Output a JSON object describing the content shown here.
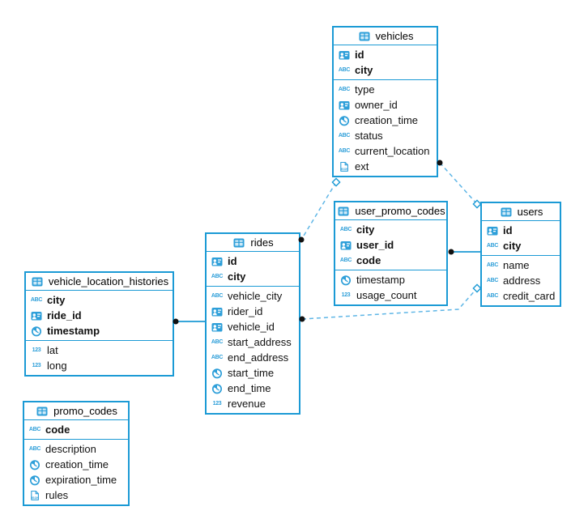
{
  "page_title": "Database schema entity-relationship diagram",
  "colors": {
    "accent": "#1b9ad5",
    "icon_blue": "#2e9fd9",
    "dashed_line": "#5fb6e6",
    "solid_line": "#1b9ad5",
    "connector_dot": "#111111",
    "background": "#ffffff",
    "text": "#111111"
  },
  "icons": {
    "text_glyph": "ABC",
    "number_glyph": "123",
    "json_glyph": "JSON"
  },
  "diagram": {
    "tables": [
      {
        "name": "vehicles",
        "title": "vehicles",
        "primary_keys": [
          {
            "icon": "id-badge-icon",
            "label": "id"
          },
          {
            "icon": "text-icon",
            "label": "city"
          }
        ],
        "columns": [
          {
            "icon": "text-icon",
            "label": "type"
          },
          {
            "icon": "id-badge-icon",
            "label": "owner_id"
          },
          {
            "icon": "timestamp-icon",
            "label": "creation_time"
          },
          {
            "icon": "text-icon",
            "label": "status"
          },
          {
            "icon": "text-icon",
            "label": "current_location"
          },
          {
            "icon": "json-icon",
            "label": "ext"
          }
        ]
      },
      {
        "name": "user_promo_codes",
        "title": "user_promo_codes",
        "primary_keys": [
          {
            "icon": "text-icon",
            "label": "city"
          },
          {
            "icon": "id-badge-icon",
            "label": "user_id"
          },
          {
            "icon": "text-icon",
            "label": "code"
          }
        ],
        "columns": [
          {
            "icon": "timestamp-icon",
            "label": "timestamp"
          },
          {
            "icon": "number-icon",
            "label": "usage_count"
          }
        ]
      },
      {
        "name": "users",
        "title": "users",
        "primary_keys": [
          {
            "icon": "id-badge-icon",
            "label": "id"
          },
          {
            "icon": "text-icon",
            "label": "city"
          }
        ],
        "columns": [
          {
            "icon": "text-icon",
            "label": "name"
          },
          {
            "icon": "text-icon",
            "label": "address"
          },
          {
            "icon": "text-icon",
            "label": "credit_card"
          }
        ]
      },
      {
        "name": "rides",
        "title": "rides",
        "primary_keys": [
          {
            "icon": "id-badge-icon",
            "label": "id"
          },
          {
            "icon": "text-icon",
            "label": "city"
          }
        ],
        "columns": [
          {
            "icon": "text-icon",
            "label": "vehicle_city"
          },
          {
            "icon": "id-badge-icon",
            "label": "rider_id"
          },
          {
            "icon": "id-badge-icon",
            "label": "vehicle_id"
          },
          {
            "icon": "text-icon",
            "label": "start_address"
          },
          {
            "icon": "text-icon",
            "label": "end_address"
          },
          {
            "icon": "timestamp-icon",
            "label": "start_time"
          },
          {
            "icon": "timestamp-icon",
            "label": "end_time"
          },
          {
            "icon": "number-icon",
            "label": "revenue"
          }
        ]
      },
      {
        "name": "vehicle_location_histories",
        "title": "vehicle_location_histories",
        "primary_keys": [
          {
            "icon": "text-icon",
            "label": "city"
          },
          {
            "icon": "id-badge-icon",
            "label": "ride_id"
          },
          {
            "icon": "timestamp-icon",
            "label": "timestamp"
          }
        ],
        "columns": [
          {
            "icon": "number-icon",
            "label": "lat"
          },
          {
            "icon": "number-icon",
            "label": "long"
          }
        ]
      },
      {
        "name": "promo_codes",
        "title": "promo_codes",
        "primary_keys": [
          {
            "icon": "text-icon",
            "label": "code"
          }
        ],
        "columns": [
          {
            "icon": "text-icon",
            "label": "description"
          },
          {
            "icon": "timestamp-icon",
            "label": "creation_time"
          },
          {
            "icon": "timestamp-icon",
            "label": "expiration_time"
          },
          {
            "icon": "json-icon",
            "label": "rules"
          }
        ]
      }
    ],
    "relations": [
      {
        "from": "vehicle_location_histories",
        "to": "rides",
        "line": "solid"
      },
      {
        "from": "user_promo_codes",
        "to": "users",
        "line": "solid"
      },
      {
        "from": "vehicles",
        "to": "rides",
        "line": "dashed"
      },
      {
        "from": "vehicles",
        "to": "users",
        "line": "dashed"
      },
      {
        "from": "rides",
        "to": "users",
        "line": "dashed"
      }
    ]
  }
}
